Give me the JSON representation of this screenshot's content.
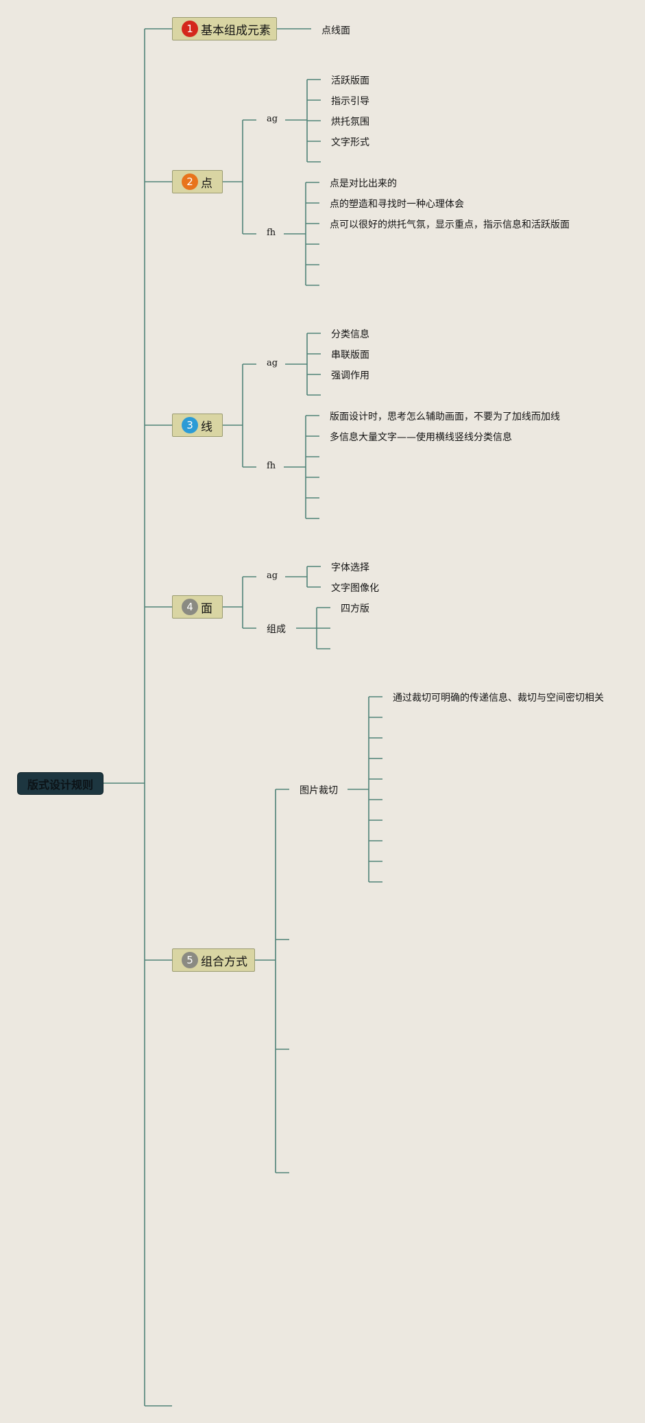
{
  "root": {
    "label": "版式设计规则"
  },
  "colors": {
    "line": "#4f8277",
    "background": "#ece8e0"
  },
  "branches": [
    {
      "num": "1",
      "label": "基本组成元素",
      "badge_color": "#d4271b",
      "children": [
        {
          "label": "点线面"
        }
      ]
    },
    {
      "num": "2",
      "label": "点",
      "badge_color": "#e8741c",
      "groups": [
        {
          "label": "ag",
          "leaves": [
            "活跃版面",
            "指示引导",
            "烘托氛围",
            "文字形式",
            ""
          ]
        },
        {
          "label": "fh",
          "leaves": [
            "点是对比出来的",
            "点的塑造和寻找时一种心理体会",
            "点可以很好的烘托气氛，显示重点，指示信息和活跃版面",
            "",
            "",
            ""
          ]
        }
      ]
    },
    {
      "num": "3",
      "label": "线",
      "badge_color": "#2b9bd6",
      "groups": [
        {
          "label": "ag",
          "leaves": [
            "分类信息",
            "串联版面",
            "强调作用",
            ""
          ]
        },
        {
          "label": "fh",
          "leaves": [
            "版面设计时，思考怎么辅助画面，不要为了加线而加线",
            "多信息大量文字——使用横线竖线分类信息",
            "",
            "",
            "",
            ""
          ]
        }
      ]
    },
    {
      "num": "4",
      "label": "面",
      "badge_color": "#8a8a82",
      "groups": [
        {
          "label": "ag",
          "leaves": [
            "字体选择",
            "文字图像化"
          ]
        },
        {
          "label": "组成",
          "leaves": [
            "四方版",
            "",
            ""
          ]
        }
      ]
    },
    {
      "num": "5",
      "label": "组合方式",
      "badge_color": "#8a8a82",
      "groups": [
        {
          "label": "图片裁切",
          "leaves": [
            "通过裁切可明确的传递信息、裁切与空间密切相关",
            "",
            "",
            "",
            "",
            "",
            "",
            "",
            "",
            ""
          ]
        }
      ]
    }
  ]
}
